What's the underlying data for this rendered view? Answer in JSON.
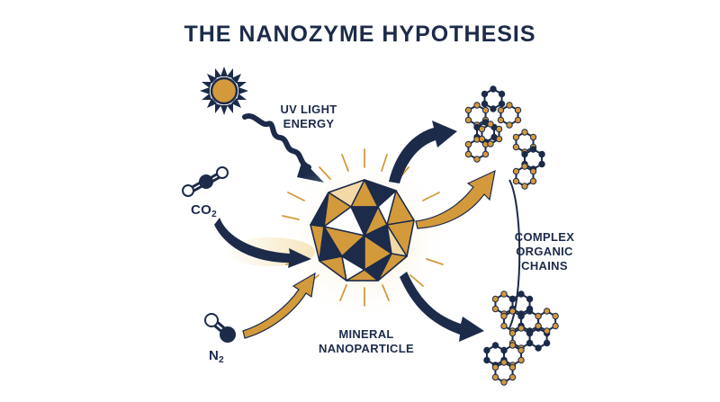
{
  "title": "THE NANOZYME HYPOTHESIS",
  "labels": {
    "uv_line1": "UV LIGHT",
    "uv_line2": "ENERGY",
    "co2_base": "CO",
    "co2_sub": "2",
    "n2_base": "N",
    "n2_sub": "2",
    "mineral_line1": "MINERAL",
    "mineral_line2": "NANOPARTICLE",
    "chains_line1": "COMPLEX",
    "chains_line2": "ORGANIC",
    "chains_line3": "CHAINS"
  },
  "colors": {
    "navy": "#1c2b4a",
    "gold": "#d39a3c",
    "light_gold": "#f2d9a6",
    "white": "#ffffff"
  },
  "icons": [
    "sun-icon",
    "uv-wave-arrow-icon",
    "co2-molecule-icon",
    "n2-molecule-icon",
    "nanoparticle-icon",
    "organic-chain-icon"
  ]
}
